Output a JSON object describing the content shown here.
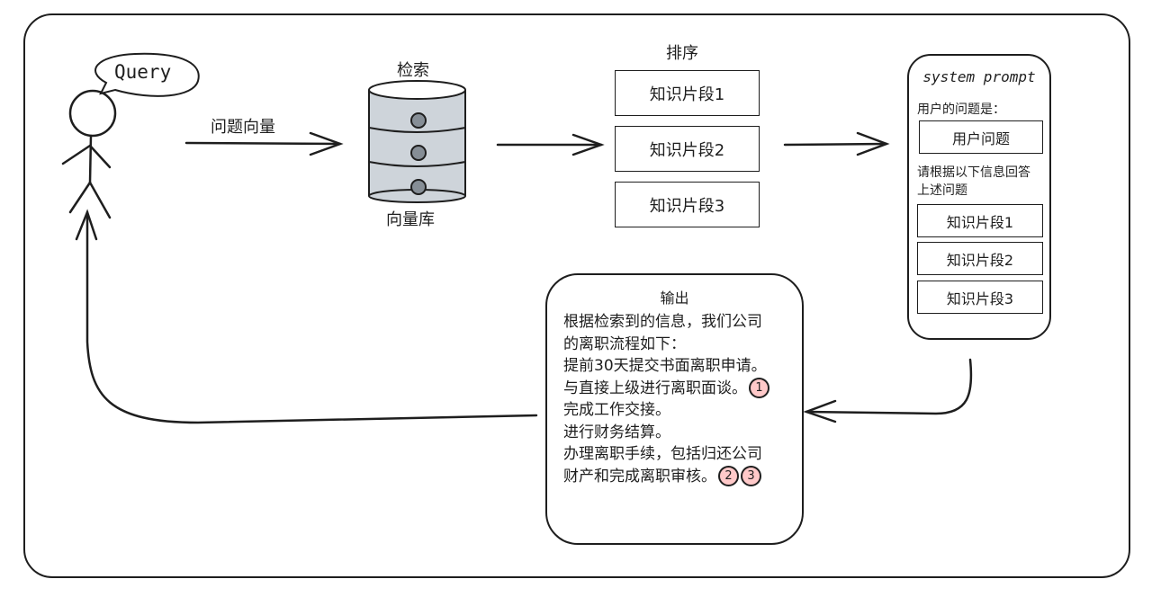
{
  "diagram": {
    "title": "RAG retrieval flow",
    "user": {
      "speech_bubble": "Query"
    },
    "arrow_labels": {
      "query_vector": "问题向量"
    },
    "vector_db": {
      "top_label": "检索",
      "bottom_label": "向量库"
    },
    "ranking": {
      "label": "排序",
      "chunks": [
        "知识片段1",
        "知识片段2",
        "知识片段3"
      ]
    },
    "system_prompt": {
      "title": "system prompt",
      "question_label": "用户的问题是：",
      "question_box": "用户问题",
      "instruction_line1": "请根据以下信息回答",
      "instruction_line2": "上述问题",
      "chunks": [
        "知识片段1",
        "知识片段2",
        "知识片段3"
      ]
    },
    "output": {
      "title": "输出",
      "lines": [
        "根据检索到的信息，我们公司",
        "的离职流程如下：",
        "提前30天提交书面离职申请。",
        "与直接上级进行离职面谈。",
        "完成工作交接。",
        "进行财务结算。",
        "办理离职手续，包括归还公司",
        "财产和完成离职审核。"
      ],
      "citations": [
        "1",
        "2",
        "3"
      ],
      "citation_color": "#ffc9c9"
    },
    "colors": {
      "stroke": "#1e1e1e",
      "db_fill": "#ced4da",
      "db_dot": "#868e96",
      "background": "#ffffff"
    }
  }
}
